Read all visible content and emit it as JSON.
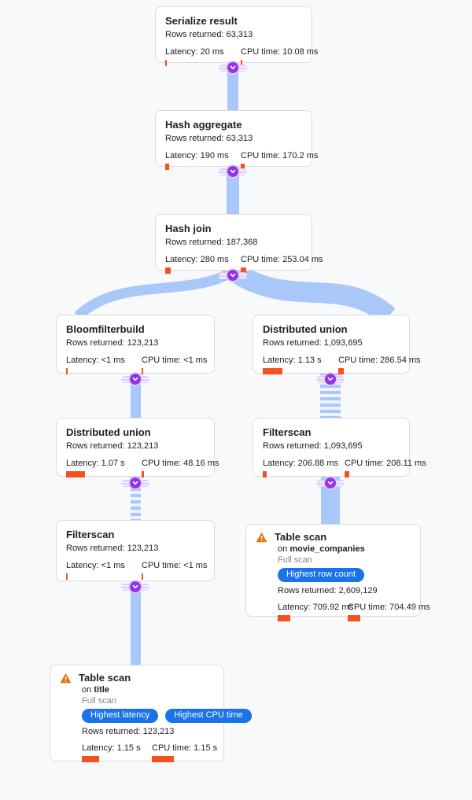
{
  "colors": {
    "background": "#f8f9fa",
    "card_border": "#dadce0",
    "flow_band_blue": "#a9c7f8",
    "collapse_button_purple": "#9334e6",
    "metric_bar_orange": "#f4511e",
    "badge_blue": "#1a73e8",
    "warning_orange": "#e8710a",
    "muted_text": "#80868b"
  },
  "nodes": [
    {
      "title": "Serialize result",
      "rows": "Rows returned: 63,313",
      "latency": "Latency: 20 ms",
      "cpu": "CPU time: 10.08 ms",
      "latency_bar": 2,
      "cpu_bar": 2
    },
    {
      "title": "Hash aggregate",
      "rows": "Rows returned: 63,313",
      "latency": "Latency: 190 ms",
      "cpu": "CPU time: 170.2 ms",
      "latency_bar": 5,
      "cpu_bar": 5
    },
    {
      "title": "Hash join",
      "rows": "Rows returned: 187,368",
      "latency": "Latency: 280 ms",
      "cpu": "CPU time: 253.04 ms",
      "latency_bar": 7,
      "cpu_bar": 7
    },
    {
      "title": "Bloomfilterbuild",
      "rows": "Rows returned: 123,213",
      "latency": "Latency: <1 ms",
      "cpu": "CPU time: <1 ms",
      "latency_bar": 2,
      "cpu_bar": 2
    },
    {
      "title": "Distributed union",
      "rows": "Rows returned: 1,093,695",
      "latency": "Latency: 1.13 s",
      "cpu": "CPU time: 286.54 ms",
      "latency_bar": 25,
      "cpu_bar": 7
    },
    {
      "title": "Distributed union",
      "rows": "Rows returned: 123,213",
      "latency": "Latency: 1.07 s",
      "cpu": "CPU time: 48.16 ms",
      "latency_bar": 24,
      "cpu_bar": 3
    },
    {
      "title": "Filterscan",
      "rows": "Rows returned: 1,093,695",
      "latency": "Latency: 206.88 ms",
      "cpu": "CPU time: 208.11 ms",
      "latency_bar": 5,
      "cpu_bar": 6
    },
    {
      "title": "Filterscan",
      "rows": "Rows returned: 123,213",
      "latency": "Latency: <1 ms",
      "cpu": "CPU time: <1 ms",
      "latency_bar": 2,
      "cpu_bar": 2
    },
    {
      "title": "Table scan",
      "on_label": "on",
      "table": "movie_companies",
      "scan_type": "Full scan",
      "badges": [
        "Highest row count"
      ],
      "rows": "Rows returned: 2,609,129",
      "latency": "Latency: 709.92 ms",
      "cpu": "CPU time: 704.49 ms",
      "latency_bar": 16,
      "cpu_bar": 16
    },
    {
      "title": "Table scan",
      "on_label": "on",
      "table": "title",
      "scan_type": "Full scan",
      "badges": [
        "Highest latency",
        "Highest CPU time"
      ],
      "rows": "Rows returned: 123,213",
      "latency": "Latency: 1.15 s",
      "cpu": "CPU time: 1.15 s",
      "latency_bar": 22,
      "cpu_bar": 28
    }
  ]
}
